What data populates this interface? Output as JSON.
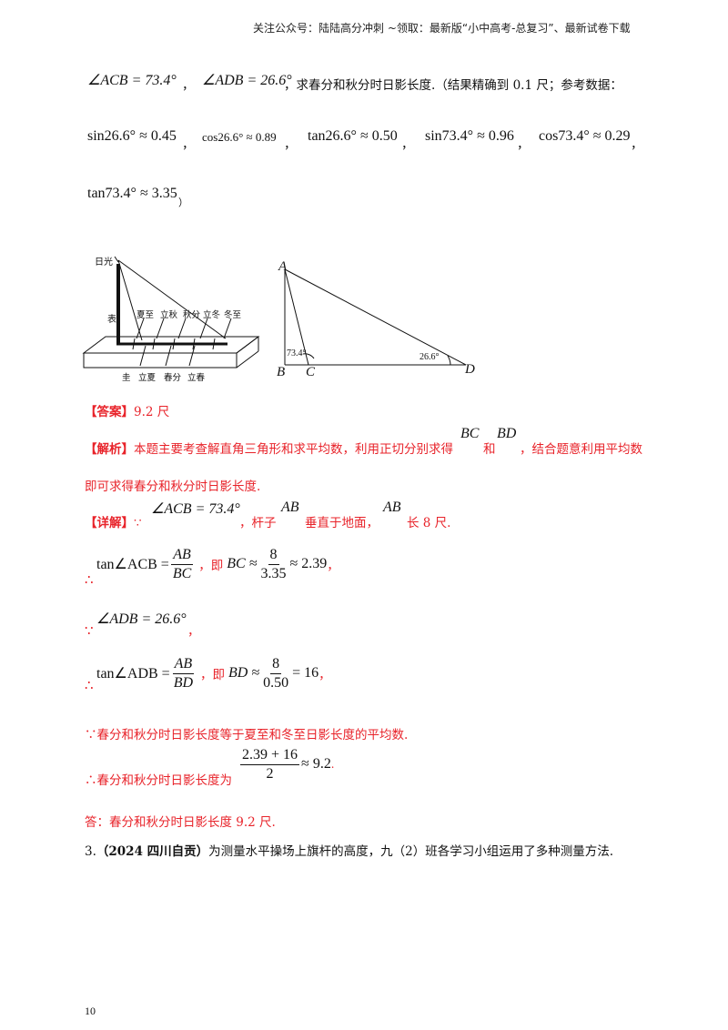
{
  "header": {
    "text": "关注公众号：陆陆高分冲刺  ~领取：最新版“小中高考-总复习”、最新试卷下载"
  },
  "problem": {
    "line1_angle1": "∠ACB = 73.4°",
    "line1_sep": "，",
    "line1_angle2": "∠ADB = 26.6°",
    "line1_text": "，求春分和秋分时日影长度.（结果精确到 0.1 尺；参考数据：",
    "ref1": "sin26.6° ≈ 0.45",
    "ref2": "cos26.6° ≈ 0.89",
    "ref3": "tan26.6° ≈ 0.50",
    "ref4": "sin73.4° ≈ 0.96",
    "ref5": "cos73.4° ≈ 0.29",
    "ref6": "tan73.4° ≈ 3.35",
    "comma": "，",
    "close": "）"
  },
  "figure_left": {
    "label_sun": "日光",
    "label_pole": "表",
    "top_labels": [
      "夏至",
      "立秋",
      "秋分",
      "立冬",
      "冬至"
    ],
    "bottom_labels": [
      "圭",
      "立夏",
      "春分",
      "立春"
    ]
  },
  "figure_right": {
    "A": "A",
    "B": "B",
    "C": "C",
    "D": "D",
    "angle_C": "73.4°",
    "angle_D": "26.6°"
  },
  "answer": {
    "tag": "【答案】",
    "value": "9.2 尺"
  },
  "analysis": {
    "tag": "【解析】",
    "text1": "本题主要考查解直角三角形和求平均数，利用正切分别求得",
    "BC": "BC",
    "and": "和",
    "BD": "BD",
    "text2": "，结合题意利用平均数",
    "text3": "即可求得春分和秋分时日影长度."
  },
  "detail": {
    "tag": "【详解】",
    "because": "∵",
    "angle": "∠ACB = 73.4°",
    "t1": "，杆子",
    "AB1": "AB",
    "t2": "垂直于地面，",
    "AB2": "AB",
    "t3": "长 8 尺.",
    "therefore": "∴",
    "tan_acb": "tan∠ACB =",
    "frac1_num": "AB",
    "frac1_den": "BC",
    "ji": "，即",
    "bc_eq": "BC ≈",
    "frac2_num": "8",
    "frac2_den": "3.35",
    "bc_result": "≈ 2.39",
    "comma": "，",
    "angle_adb": "∠ADB = 26.6°",
    "tan_adb": "tan∠ADB =",
    "frac3_num": "AB",
    "frac3_den": "BD",
    "bd_eq": "BD ≈",
    "frac4_num": "8",
    "frac4_den": "0.50",
    "bd_result": "= 16",
    "reason": "∵春分和秋分时日影长度等于夏至和冬至日影长度的平均数.",
    "concl_text": "∴春分和秋分时日影长度为",
    "frac5_num": "2.39 + 16",
    "frac5_den": "2",
    "concl_result": "≈ 9.2",
    "period": ".",
    "final": "答：春分和秋分时日影长度 9.2 尺."
  },
  "next_problem": {
    "number": "3.",
    "source": "（2024 四川自贡）",
    "text": "为测量水平操场上旗杆的高度，九（2）班各学习小组运用了多种测量方法."
  },
  "page_number": "10"
}
